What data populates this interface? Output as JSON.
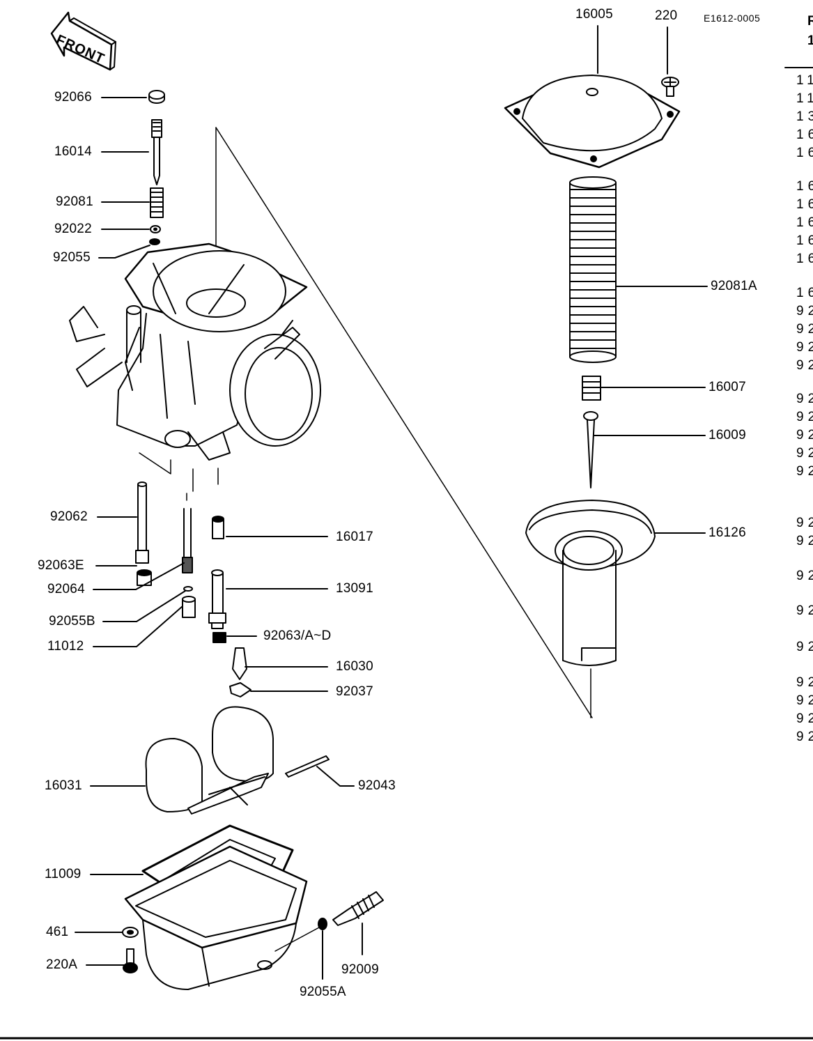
{
  "diagram_code": "E1612-0005",
  "front_label": "FRONT",
  "callouts": {
    "c16005": "16005",
    "c220": "220",
    "c92066": "92066",
    "c16014": "16014",
    "c92081": "92081",
    "c92022": "92022",
    "c92055": "92055",
    "c92081A": "92081A",
    "c16007": "16007",
    "c16009": "16009",
    "c16126": "16126",
    "c92062": "92062",
    "c16017": "16017",
    "c92063E": "92063E",
    "c92064": "92064",
    "c13091": "13091",
    "c92055B": "92055B",
    "c11012": "11012",
    "c92063AD": "92063/A~D",
    "c16030": "16030",
    "c92037": "92037",
    "c16031": "16031",
    "c92043": "92043",
    "c11009": "11009",
    "c461": "461",
    "c220A": "220A",
    "c92009": "92009",
    "c92055A": "92055A"
  },
  "parts_list": {
    "header": [
      "R",
      "1"
    ],
    "fragments": [
      "11",
      "11",
      "13",
      "16",
      "16",
      "16",
      "16",
      "16",
      "16",
      "16",
      "16",
      "92",
      "92",
      "92",
      "92",
      "92",
      "92",
      "92",
      "92",
      "92",
      "92",
      "92",
      "92",
      "92",
      "92",
      "92",
      "92",
      "92",
      "92"
    ]
  }
}
